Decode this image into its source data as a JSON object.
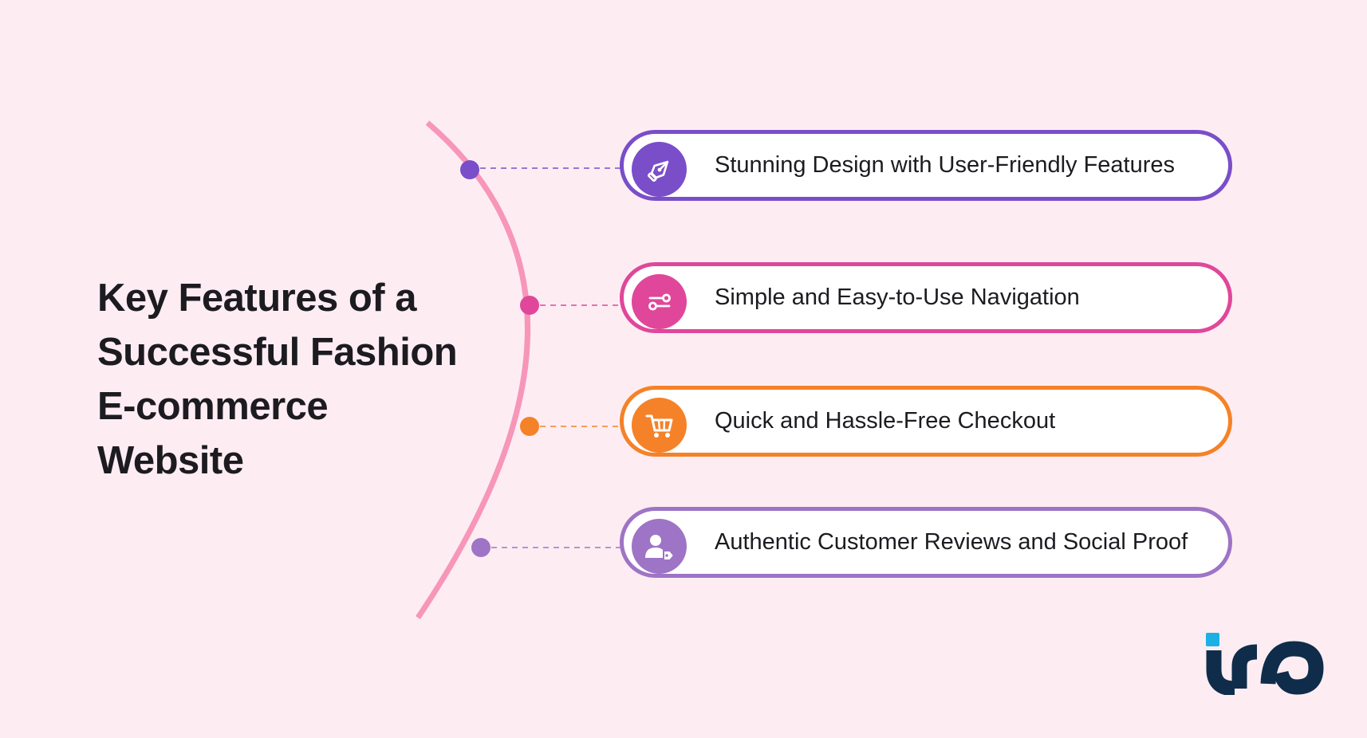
{
  "title_lines": [
    "Key Features of a",
    "Successful Fashion",
    "E-commerce",
    "Website"
  ],
  "features": [
    {
      "label": "Stunning Design with User-Friendly Features",
      "icon": "pen-nib-icon",
      "color": "#7a4ec9"
    },
    {
      "label": "Simple and Easy-to-Use Navigation",
      "icon": "sliders-icon",
      "color": "#e0479a"
    },
    {
      "label": "Quick and Hassle-Free Checkout",
      "icon": "cart-icon",
      "color": "#f58228"
    },
    {
      "label": "Authentic Customer Reviews and Social Proof",
      "icon": "user-tag-icon",
      "color": "#9e74c6"
    }
  ],
  "arc_color": "#f796b9",
  "background_color": "#fdedf3",
  "logo": {
    "name": "brand-logo",
    "colors": [
      "#1cb0e4",
      "#0f2d4a"
    ]
  }
}
